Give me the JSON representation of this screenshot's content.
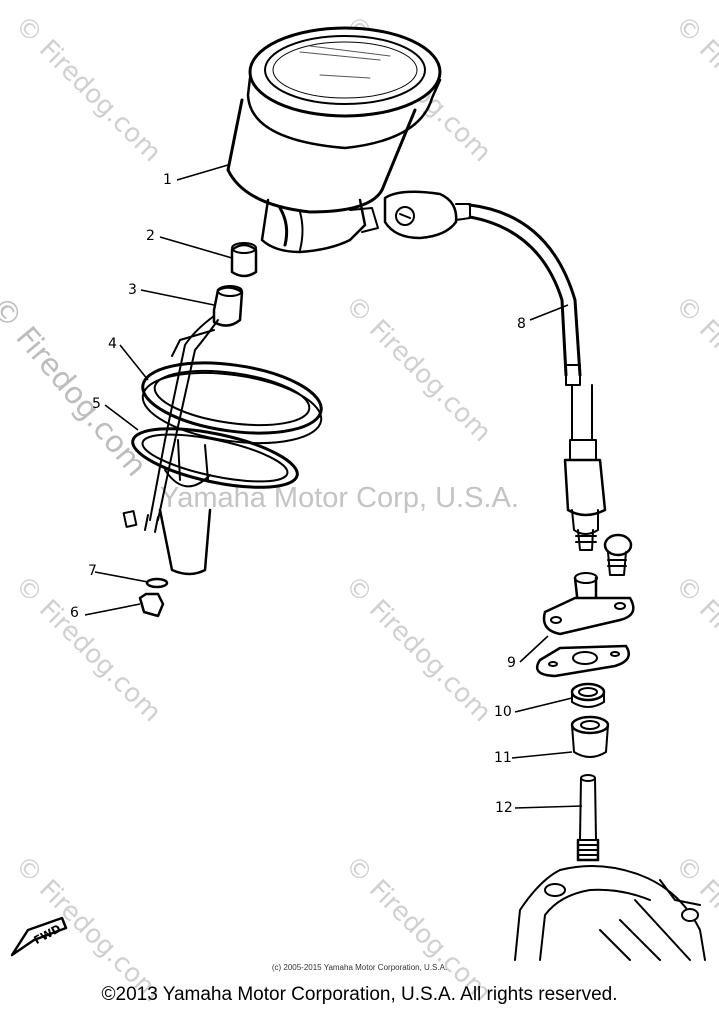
{
  "watermark": {
    "text": "© Firedog.com",
    "center_text": "Yamaha Motor Corp, U.S.A."
  },
  "callouts": [
    "1",
    "2",
    "3",
    "4",
    "5",
    "6",
    "7",
    "8",
    "9",
    "10",
    "11",
    "12"
  ],
  "fwd_badge": "FWD",
  "small_copyright": "(c) 2005-2015 Yamaha Motor Corporation, U.S.A.",
  "copyright": "©2013 Yamaha Motor Corporation, U.S.A. All rights reserved."
}
